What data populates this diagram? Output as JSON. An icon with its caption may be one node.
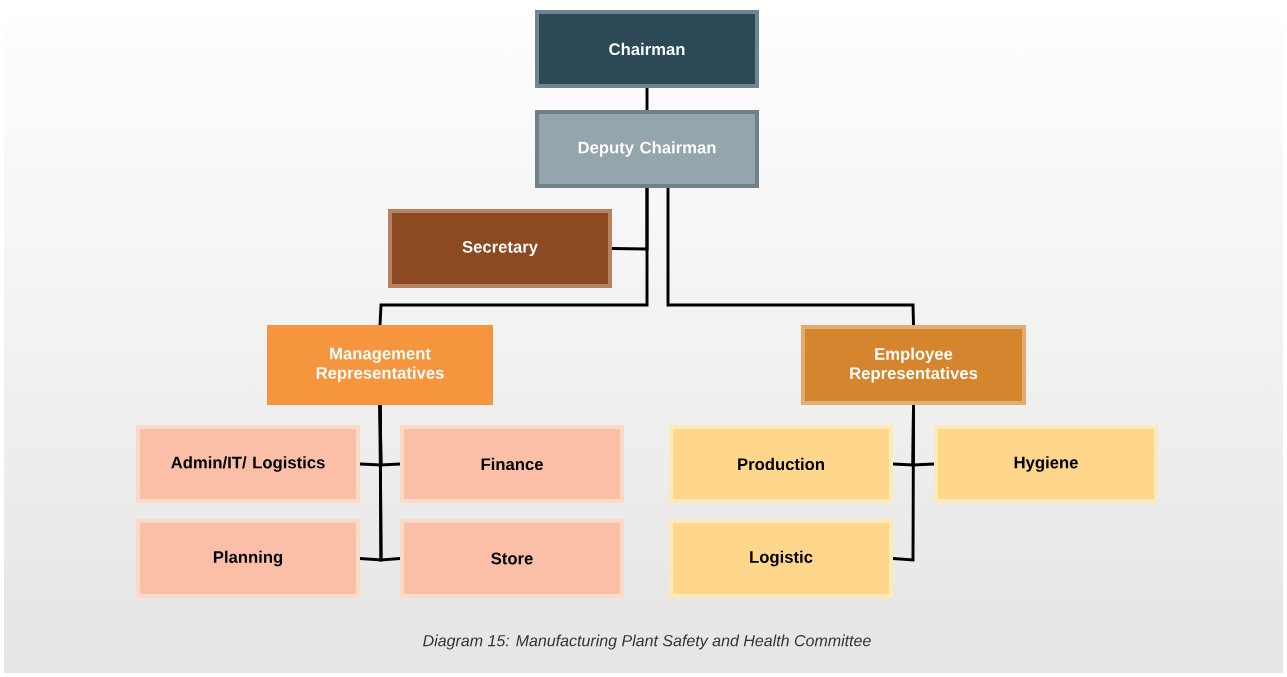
{
  "diagram": {
    "caption": "Diagram 15: Manufacturing Plant Safety and Health Committee",
    "nodes": [
      {
        "text": [
          "Chairman"
        ]
      },
      {
        "text": [
          "Deputy Chairman"
        ]
      },
      {
        "text": [
          "Secretary"
        ]
      },
      {
        "text": [
          "Management Representatives"
        ]
      },
      {
        "text": [
          "Employee Representatives"
        ]
      },
      {
        "text": [
          "Admin/IT/ Logistics"
        ]
      },
      {
        "text": [
          "Finance"
        ]
      },
      {
        "text": [
          "Planning"
        ]
      },
      {
        "text": [
          "Store"
        ]
      },
      {
        "text": [
          "Production"
        ]
      },
      {
        "text": [
          "Hygiene"
        ]
      },
      {
        "text": [
          "Logistic"
        ]
      }
    ],
    "edges": [
      {
        "from": 0,
        "to": 1,
        "arrow": "none"
      },
      {
        "from": 1,
        "to": 2,
        "arrow": "none"
      },
      {
        "from": 1,
        "to": 3,
        "arrow": "none"
      },
      {
        "from": 1,
        "to": 4,
        "arrow": "none"
      },
      {
        "from": 3,
        "to": 5,
        "arrow": "none"
      },
      {
        "from": 3,
        "to": 6,
        "arrow": "none"
      },
      {
        "from": 3,
        "to": 7,
        "arrow": "none"
      },
      {
        "from": 3,
        "to": 8,
        "arrow": "none"
      },
      {
        "from": 4,
        "to": 9,
        "arrow": "none"
      },
      {
        "from": 4,
        "to": 10,
        "arrow": "none"
      },
      {
        "from": 4,
        "to": 11,
        "arrow": "none"
      }
    ]
  }
}
